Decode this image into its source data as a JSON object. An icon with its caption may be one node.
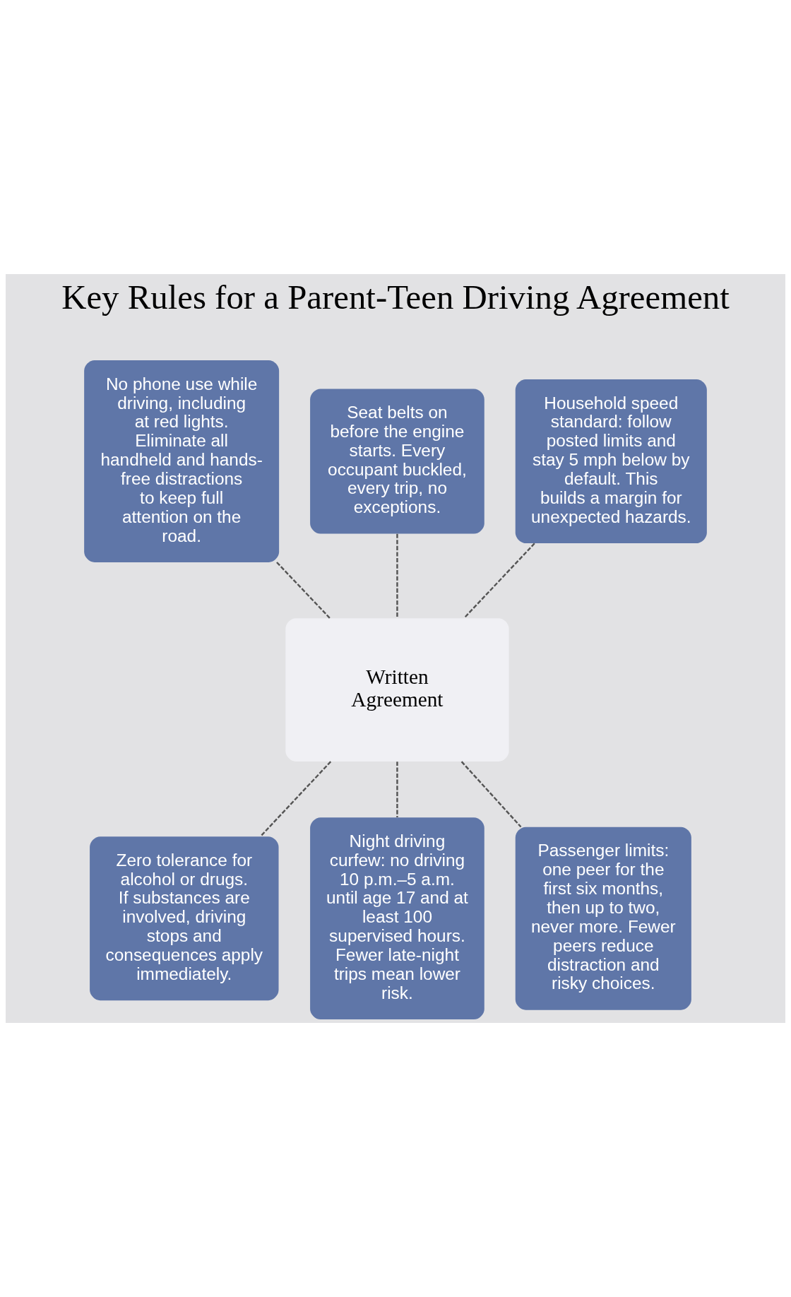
{
  "diagram": {
    "title": "Key Rules for a Parent-Teen Driving Agreement",
    "nodes": [
      {
        "text": [
          "No phone use while driving, including at red lights. Eliminate all handheld and hands-free distractions to keep full attention on the road."
        ]
      },
      {
        "text": [
          "Seat belts on before the engine starts. Every occupant buckled, every trip, no exceptions."
        ]
      },
      {
        "text": [
          "Household speed standard: follow posted limits and stay 5 mph below by default. This builds a margin for unexpected hazards."
        ]
      },
      {
        "text": [
          "Written Agreement"
        ]
      },
      {
        "text": [
          "Zero tolerance for alcohol or drugs. If substances are involved, driving stops and consequences apply immediately."
        ]
      },
      {
        "text": [
          "Night driving curfew: no driving 10 p.m.–5 a.m. until age 17 and at least 100 supervised hours. Fewer late-night trips mean lower risk."
        ]
      },
      {
        "text": [
          "Passenger limits: one peer for the first six months, then up to two, never more. Fewer peers reduce distraction and risky choices."
        ]
      }
    ],
    "edges": [
      {
        "from": 0,
        "to": 3,
        "arrow": "none",
        "style": "dashed"
      },
      {
        "from": 1,
        "to": 3,
        "arrow": "none",
        "style": "dashed"
      },
      {
        "from": 2,
        "to": 3,
        "arrow": "none",
        "style": "dashed"
      },
      {
        "from": 3,
        "to": 4,
        "arrow": "none",
        "style": "dashed"
      },
      {
        "from": 3,
        "to": 5,
        "arrow": "none",
        "style": "dashed"
      },
      {
        "from": 3,
        "to": 6,
        "arrow": "none",
        "style": "dashed"
      }
    ]
  }
}
